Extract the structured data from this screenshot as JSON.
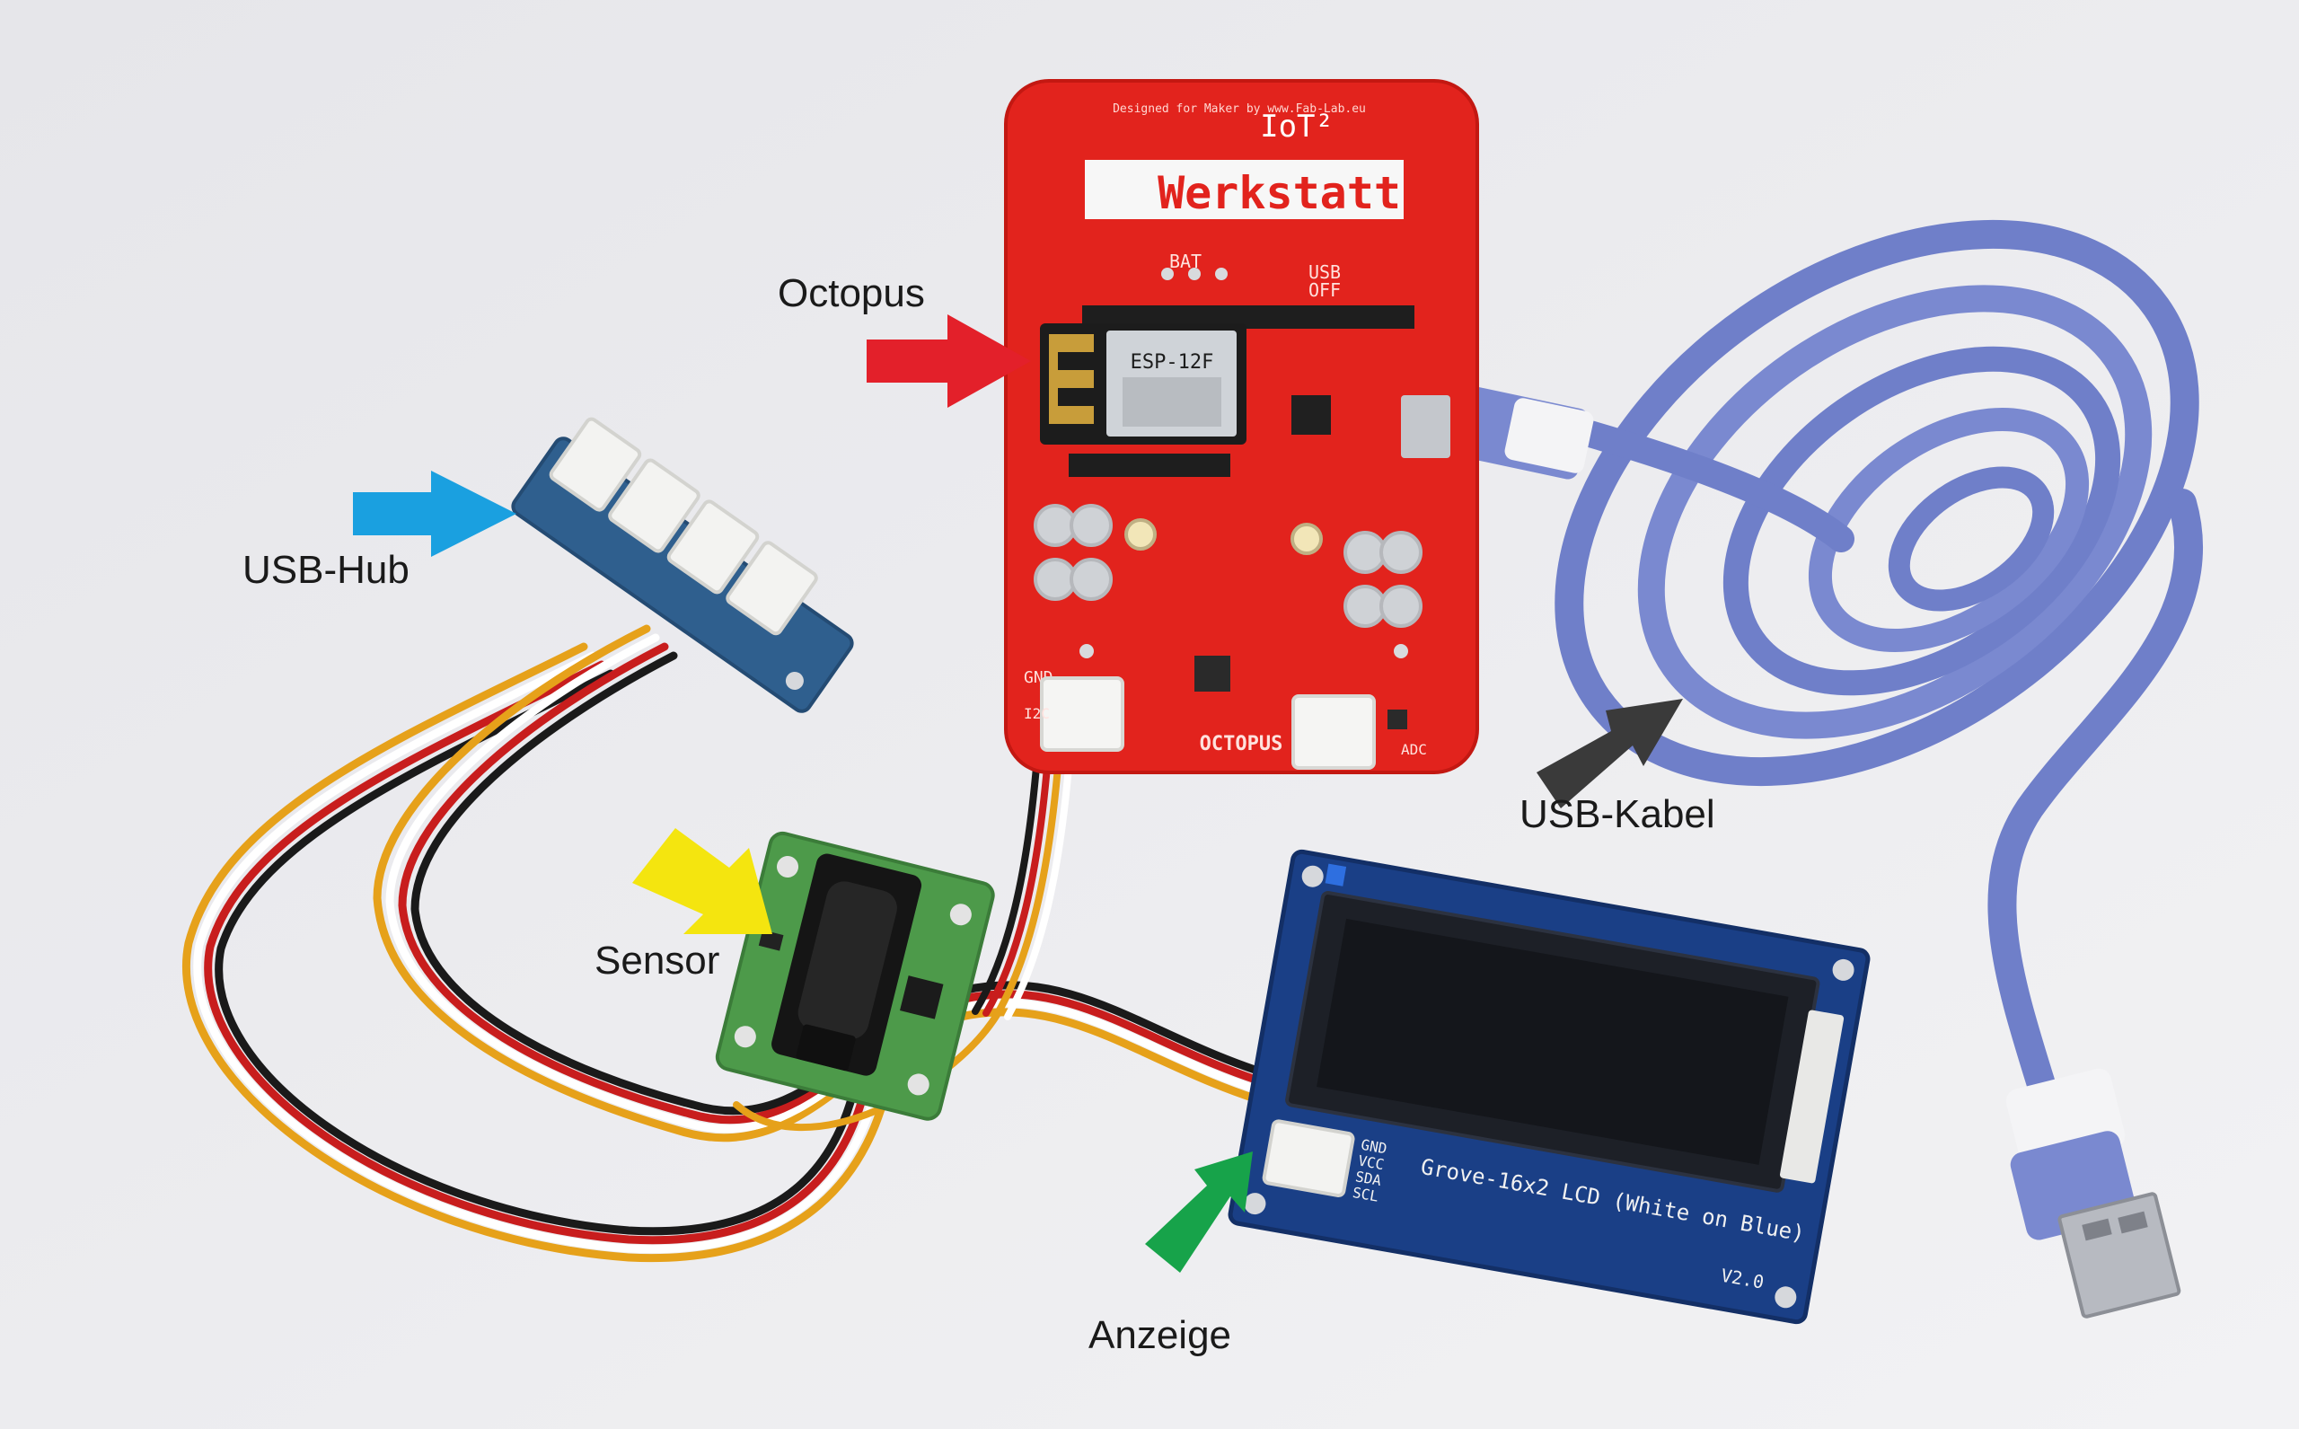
{
  "labels": {
    "octopus": "Octopus",
    "usb_hub": "USB-Hub",
    "sensor": "Sensor",
    "usb_kabel": "USB-Kabel",
    "anzeige": "Anzeige"
  },
  "board_text": {
    "brand_prefix": "IoT²",
    "brand_main": "Werkstatt",
    "designer_line": "Designed for Maker by www.Fab-Lab.eu",
    "module": "ESP-12F",
    "board_name": "OCTOPUS",
    "bat": "BAT",
    "usb": "USB",
    "off": "OFF",
    "gnd": "GND",
    "i2c": "I2C",
    "adc": "ADC"
  },
  "lcd_text": {
    "model": "Grove-16x2 LCD (White on Blue)",
    "version": "V2.0",
    "pin_gnd": "GND",
    "pin_vcc": "VCC",
    "pin_sda": "SDA",
    "pin_scl": "SCL"
  },
  "colors": {
    "arrow_octopus": "#e3202a",
    "arrow_usb_hub": "#1aa0e0",
    "arrow_sensor": "#f4e50f",
    "arrow_usb_kabel": "#3a3a3a",
    "arrow_anzeige": "#17a34a",
    "board": "#e2231d",
    "cable": "#6f7fc9",
    "lcd_frame": "#1a3f86"
  }
}
